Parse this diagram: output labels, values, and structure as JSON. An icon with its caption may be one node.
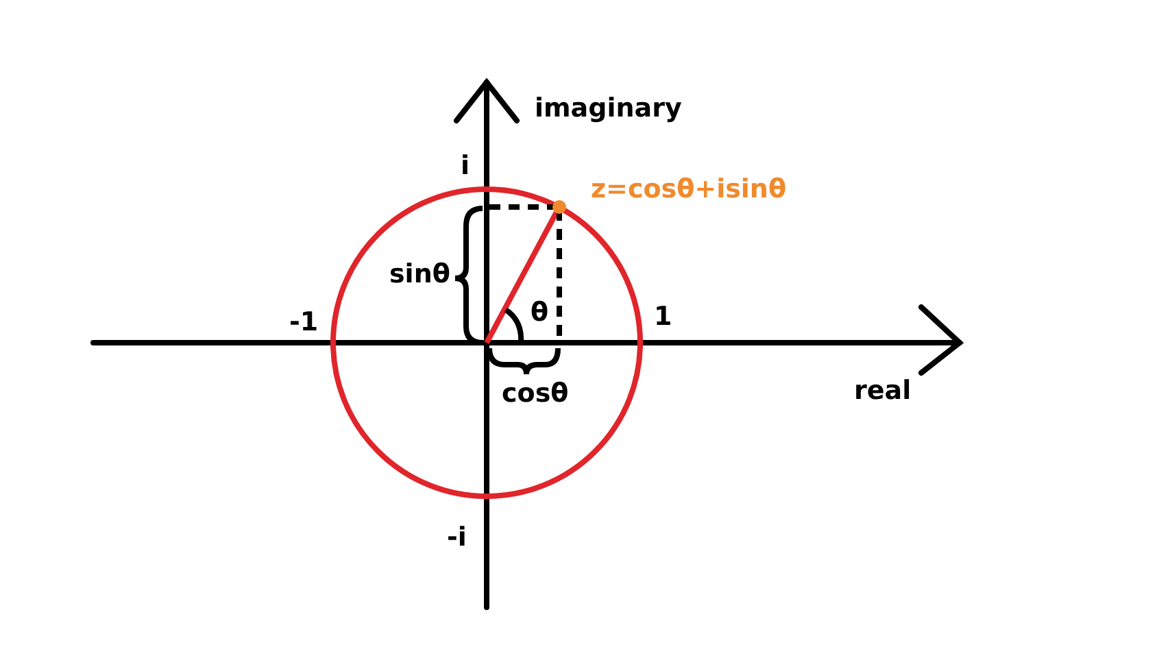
{
  "diagram": {
    "labels": [
      "imaginary",
      "i",
      "z=cosθ+isinθ",
      "sinθ",
      "-1",
      "θ",
      "1",
      "real",
      "cosθ",
      "-i"
    ]
  }
}
